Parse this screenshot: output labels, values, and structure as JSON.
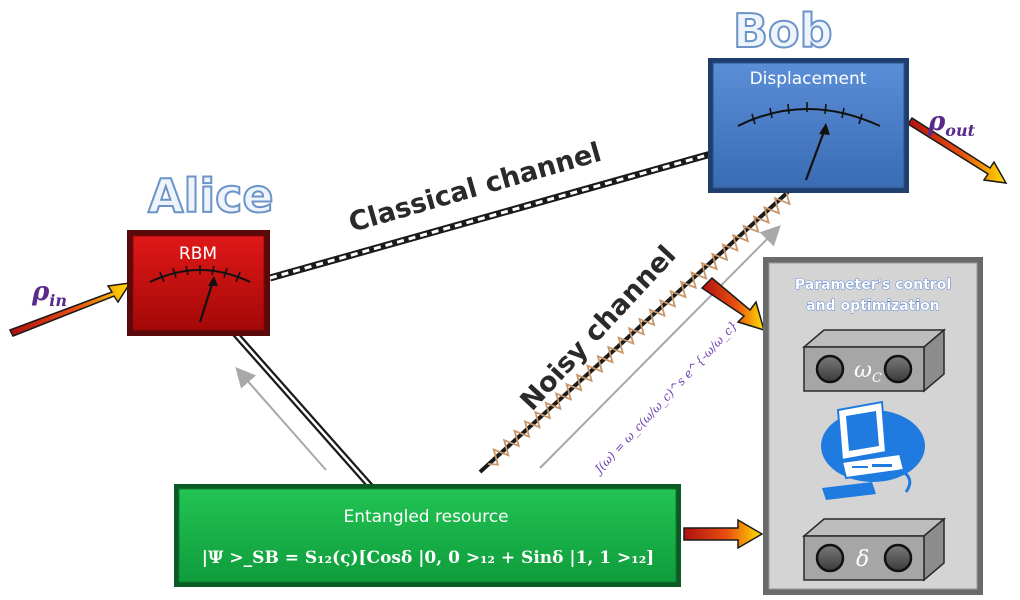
{
  "alice": {
    "name": "Alice",
    "device_label": "RBM"
  },
  "bob": {
    "name": "Bob",
    "device_label": "Displacement"
  },
  "input_state": {
    "symbol": "ρ",
    "subscript": "in"
  },
  "output_state": {
    "symbol": "ρ",
    "subscript": "out"
  },
  "classical_channel_label": "Classical channel",
  "noisy_channel_label": "Noisy channel",
  "spectral_density": "J(ω) = ω_c(ω/ω_c)^s e^{-ω/ω_c}",
  "resource": {
    "title": "Entangled resource",
    "equation": "|Ψ >_SB = S₁₂(ς)[Cosδ |0, 0 >₁₂ + Sinδ |1, 1 >₁₂]"
  },
  "control_panel": {
    "title_line1": "Parameter's  control",
    "title_line2": "and optimization",
    "knob_top_label": "ω",
    "knob_top_sub": "C",
    "knob_bottom_label": "δ"
  },
  "colors": {
    "alice_box": "#cc1111",
    "bob_box": "#4a80c8",
    "resource_box": "#18b84a",
    "panel": "#d4d4d4",
    "computer_icon": "#1f7be0",
    "big_name_outline": "#6b93c8"
  }
}
